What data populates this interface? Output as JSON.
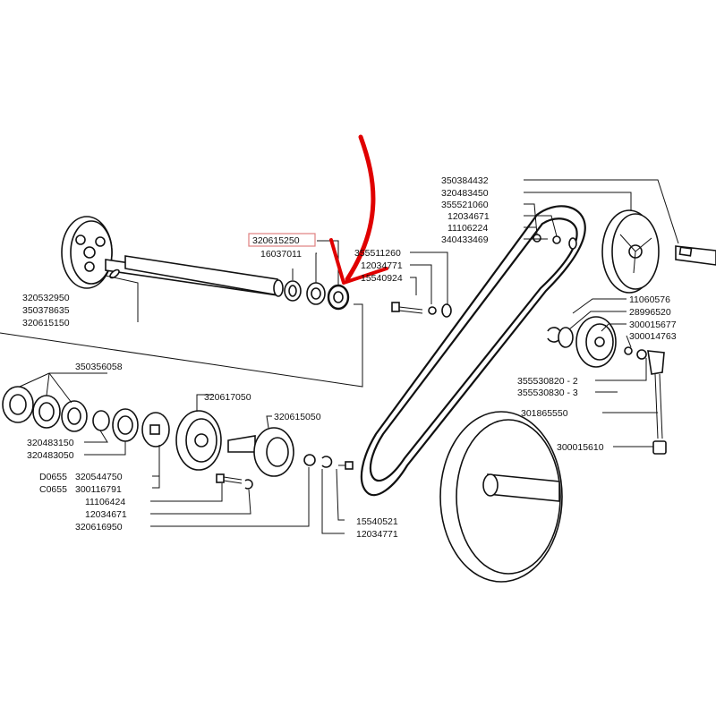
{
  "parts": {
    "p350384432": "350384432",
    "p320483450": "320483450",
    "p355521060": "355521060",
    "p12034671a": "12034671",
    "p11106224a": "11106224",
    "p340433469": "340433469",
    "p320615250": "320615250",
    "p16037011": "16037011",
    "p355511xxx": "355511260",
    "p12034771a": "12034771",
    "p15540924": "15540924",
    "p320532950": "320532950",
    "p350378635": "350378635",
    "p320615150": "320615150",
    "p11060576": "11060576",
    "p28996520": "28996520",
    "p300015677": "300015677",
    "p300014763": "300014763",
    "p350356058": "350356058",
    "p320617050": "320617050",
    "p320615050": "320615050",
    "p355530820": "355530820 - 2",
    "p355530830": "355530830 - 3",
    "p301865550": "301865550",
    "p320483150": "320483150",
    "p320483050": "320483050",
    "p300015610": "300015610",
    "pD0655": "D0655",
    "p320544750": "320544750",
    "pC0655": "C0655",
    "p300116791": "300116791",
    "p11106424": "11106424",
    "p12034671b": "12034671",
    "p320616950": "320616950",
    "p15540521": "15540521",
    "p12034771b": "12034771"
  },
  "highlight": {
    "boxed_part": "320615250",
    "arrow_color": "#e00000"
  }
}
